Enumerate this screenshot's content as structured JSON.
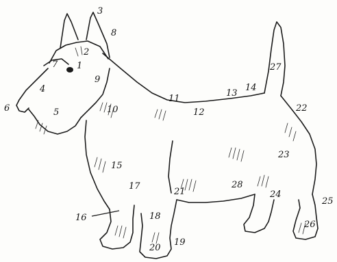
{
  "diagram": {
    "subject": "scottish-terrier-points",
    "labels": [
      "1",
      "2",
      "3",
      "4",
      "5",
      "6",
      "7",
      "8",
      "9",
      "10",
      "11",
      "12",
      "13",
      "14",
      "15",
      "16",
      "17",
      "18",
      "19",
      "20",
      "21",
      "22",
      "23",
      "24",
      "25",
      "26",
      "27",
      "28"
    ]
  },
  "colors": {
    "ink": "#1a1a1a",
    "paper": "#fdfdfb"
  }
}
